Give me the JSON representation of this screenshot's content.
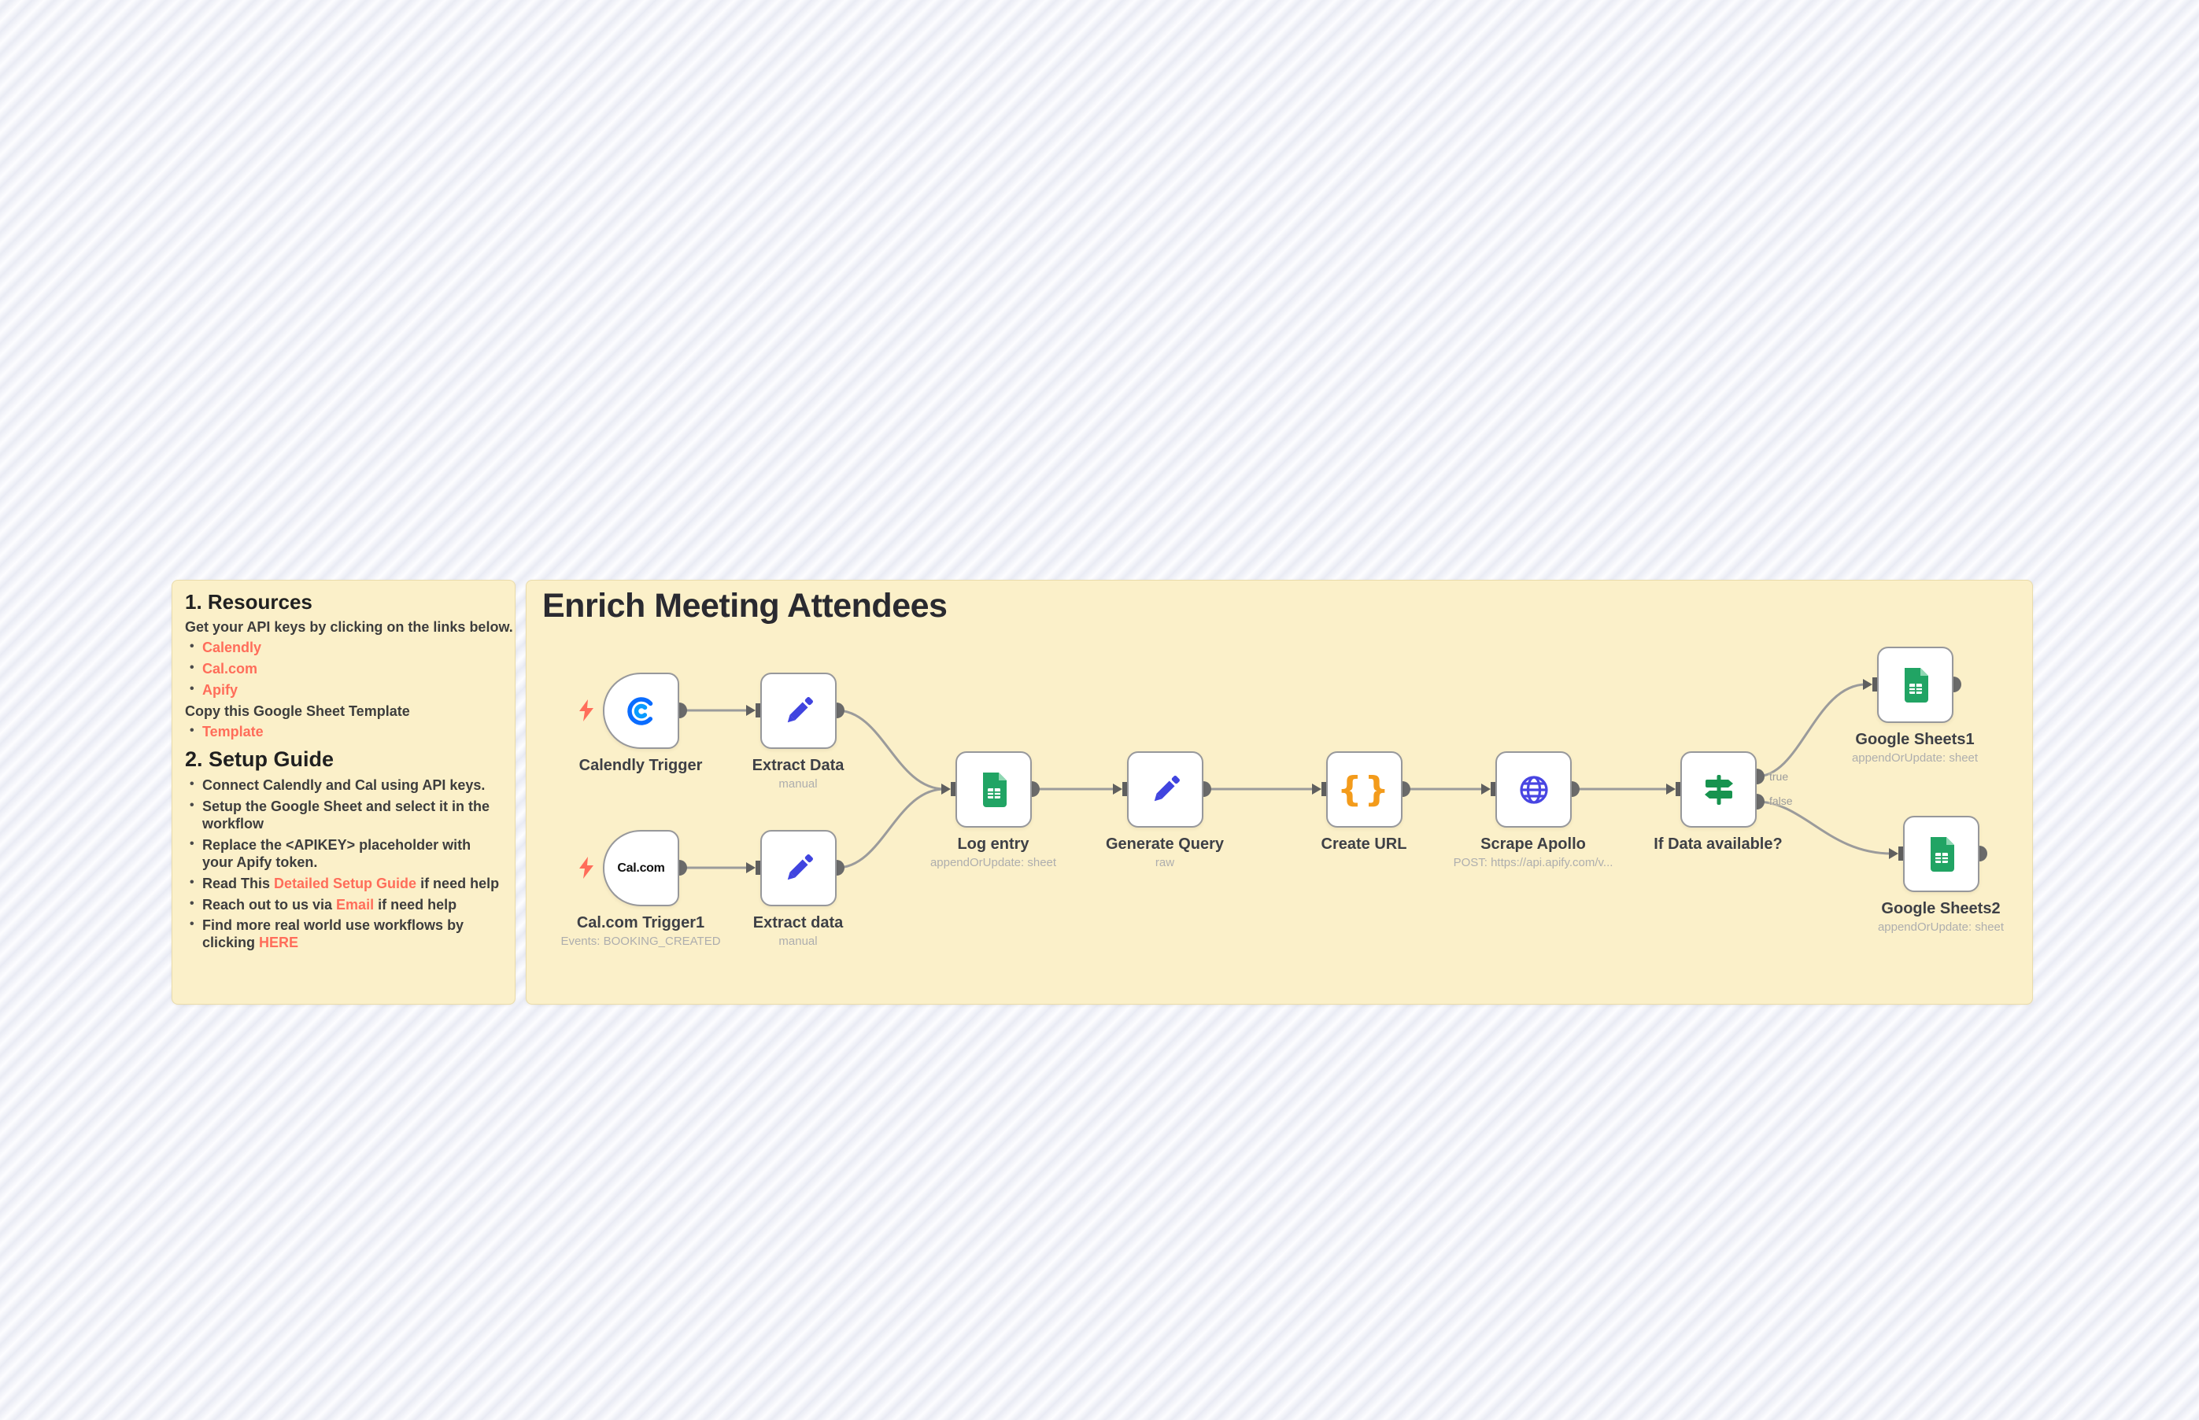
{
  "workflow_note": {
    "title": "Enrich Meeting Attendees"
  },
  "setup_note": {
    "resources": {
      "heading": "1. Resources",
      "intro": "Get your API keys by clicking on the links below.",
      "links": [
        "Calendly",
        "Cal.com",
        "Apify"
      ],
      "copy_template_text": "Copy this Google Sheet Template",
      "template_link": "Template"
    },
    "setup_guide": {
      "heading": "2. Setup Guide",
      "items": [
        [
          {
            "text": "Connect Calendly and Cal using API keys."
          }
        ],
        [
          {
            "text": "Setup the Google Sheet and select it in the workflow"
          }
        ],
        [
          {
            "text": "Replace the <APIKEY> placeholder with your Apify token."
          }
        ],
        [
          {
            "text": "Read This "
          },
          {
            "link": "Detailed Setup Guide"
          },
          {
            "text": " if need help"
          }
        ],
        [
          {
            "text": "Reach out to us via "
          },
          {
            "link": "Email"
          },
          {
            "text": " if need help"
          }
        ],
        [
          {
            "text": "Find more real world use workflows by clicking "
          },
          {
            "link": "HERE"
          }
        ]
      ]
    }
  },
  "nodes": [
    {
      "id": "calendly-trigger",
      "label": "Calendly Trigger",
      "sublabel": "",
      "icon": "calendly-icon"
    },
    {
      "id": "extract-data-1",
      "label": "Extract Data",
      "sublabel": "manual",
      "icon": "pencil-icon"
    },
    {
      "id": "calcom-trigger",
      "label": "Cal.com Trigger1",
      "sublabel": "Events: BOOKING_CREATED",
      "icon": "calcom-logo",
      "logo_text": "Cal.com"
    },
    {
      "id": "extract-data-2",
      "label": "Extract data",
      "sublabel": "manual",
      "icon": "pencil-icon"
    },
    {
      "id": "log-entry",
      "label": "Log entry",
      "sublabel": "appendOrUpdate: sheet",
      "icon": "google-sheets-icon"
    },
    {
      "id": "generate-query",
      "label": "Generate Query",
      "sublabel": "raw",
      "icon": "pencil-icon"
    },
    {
      "id": "create-url",
      "label": "Create URL",
      "sublabel": "",
      "icon": "curly-braces-icon",
      "glyph": "{}"
    },
    {
      "id": "scrape-apollo",
      "label": "Scrape Apollo",
      "sublabel": "POST: https://api.apify.com/v...",
      "icon": "globe-icon"
    },
    {
      "id": "if-node",
      "label": "If Data available?",
      "sublabel": "",
      "icon": "signpost-icon"
    },
    {
      "id": "google-sheets-1",
      "label": "Google Sheets1",
      "sublabel": "appendOrUpdate: sheet",
      "icon": "google-sheets-icon"
    },
    {
      "id": "google-sheets-2",
      "label": "Google Sheets2",
      "sublabel": "appendOrUpdate: sheet",
      "icon": "google-sheets-icon"
    }
  ],
  "connections": {
    "true_label": "true",
    "false_label": "false"
  },
  "colors": {
    "sticky_background": "#fbf0c9",
    "link_accent": "#ff6d5a",
    "connection_gray": "#9b9b9b",
    "calendly_blue": "#0a6cff",
    "pencil_blue": "#4044df",
    "sheets_green": "#21a464",
    "braces_orange": "#f39b1b",
    "globe_blue": "#4845e2",
    "if_green": "#17934f",
    "bolt_coral": "#ff6d5a"
  }
}
